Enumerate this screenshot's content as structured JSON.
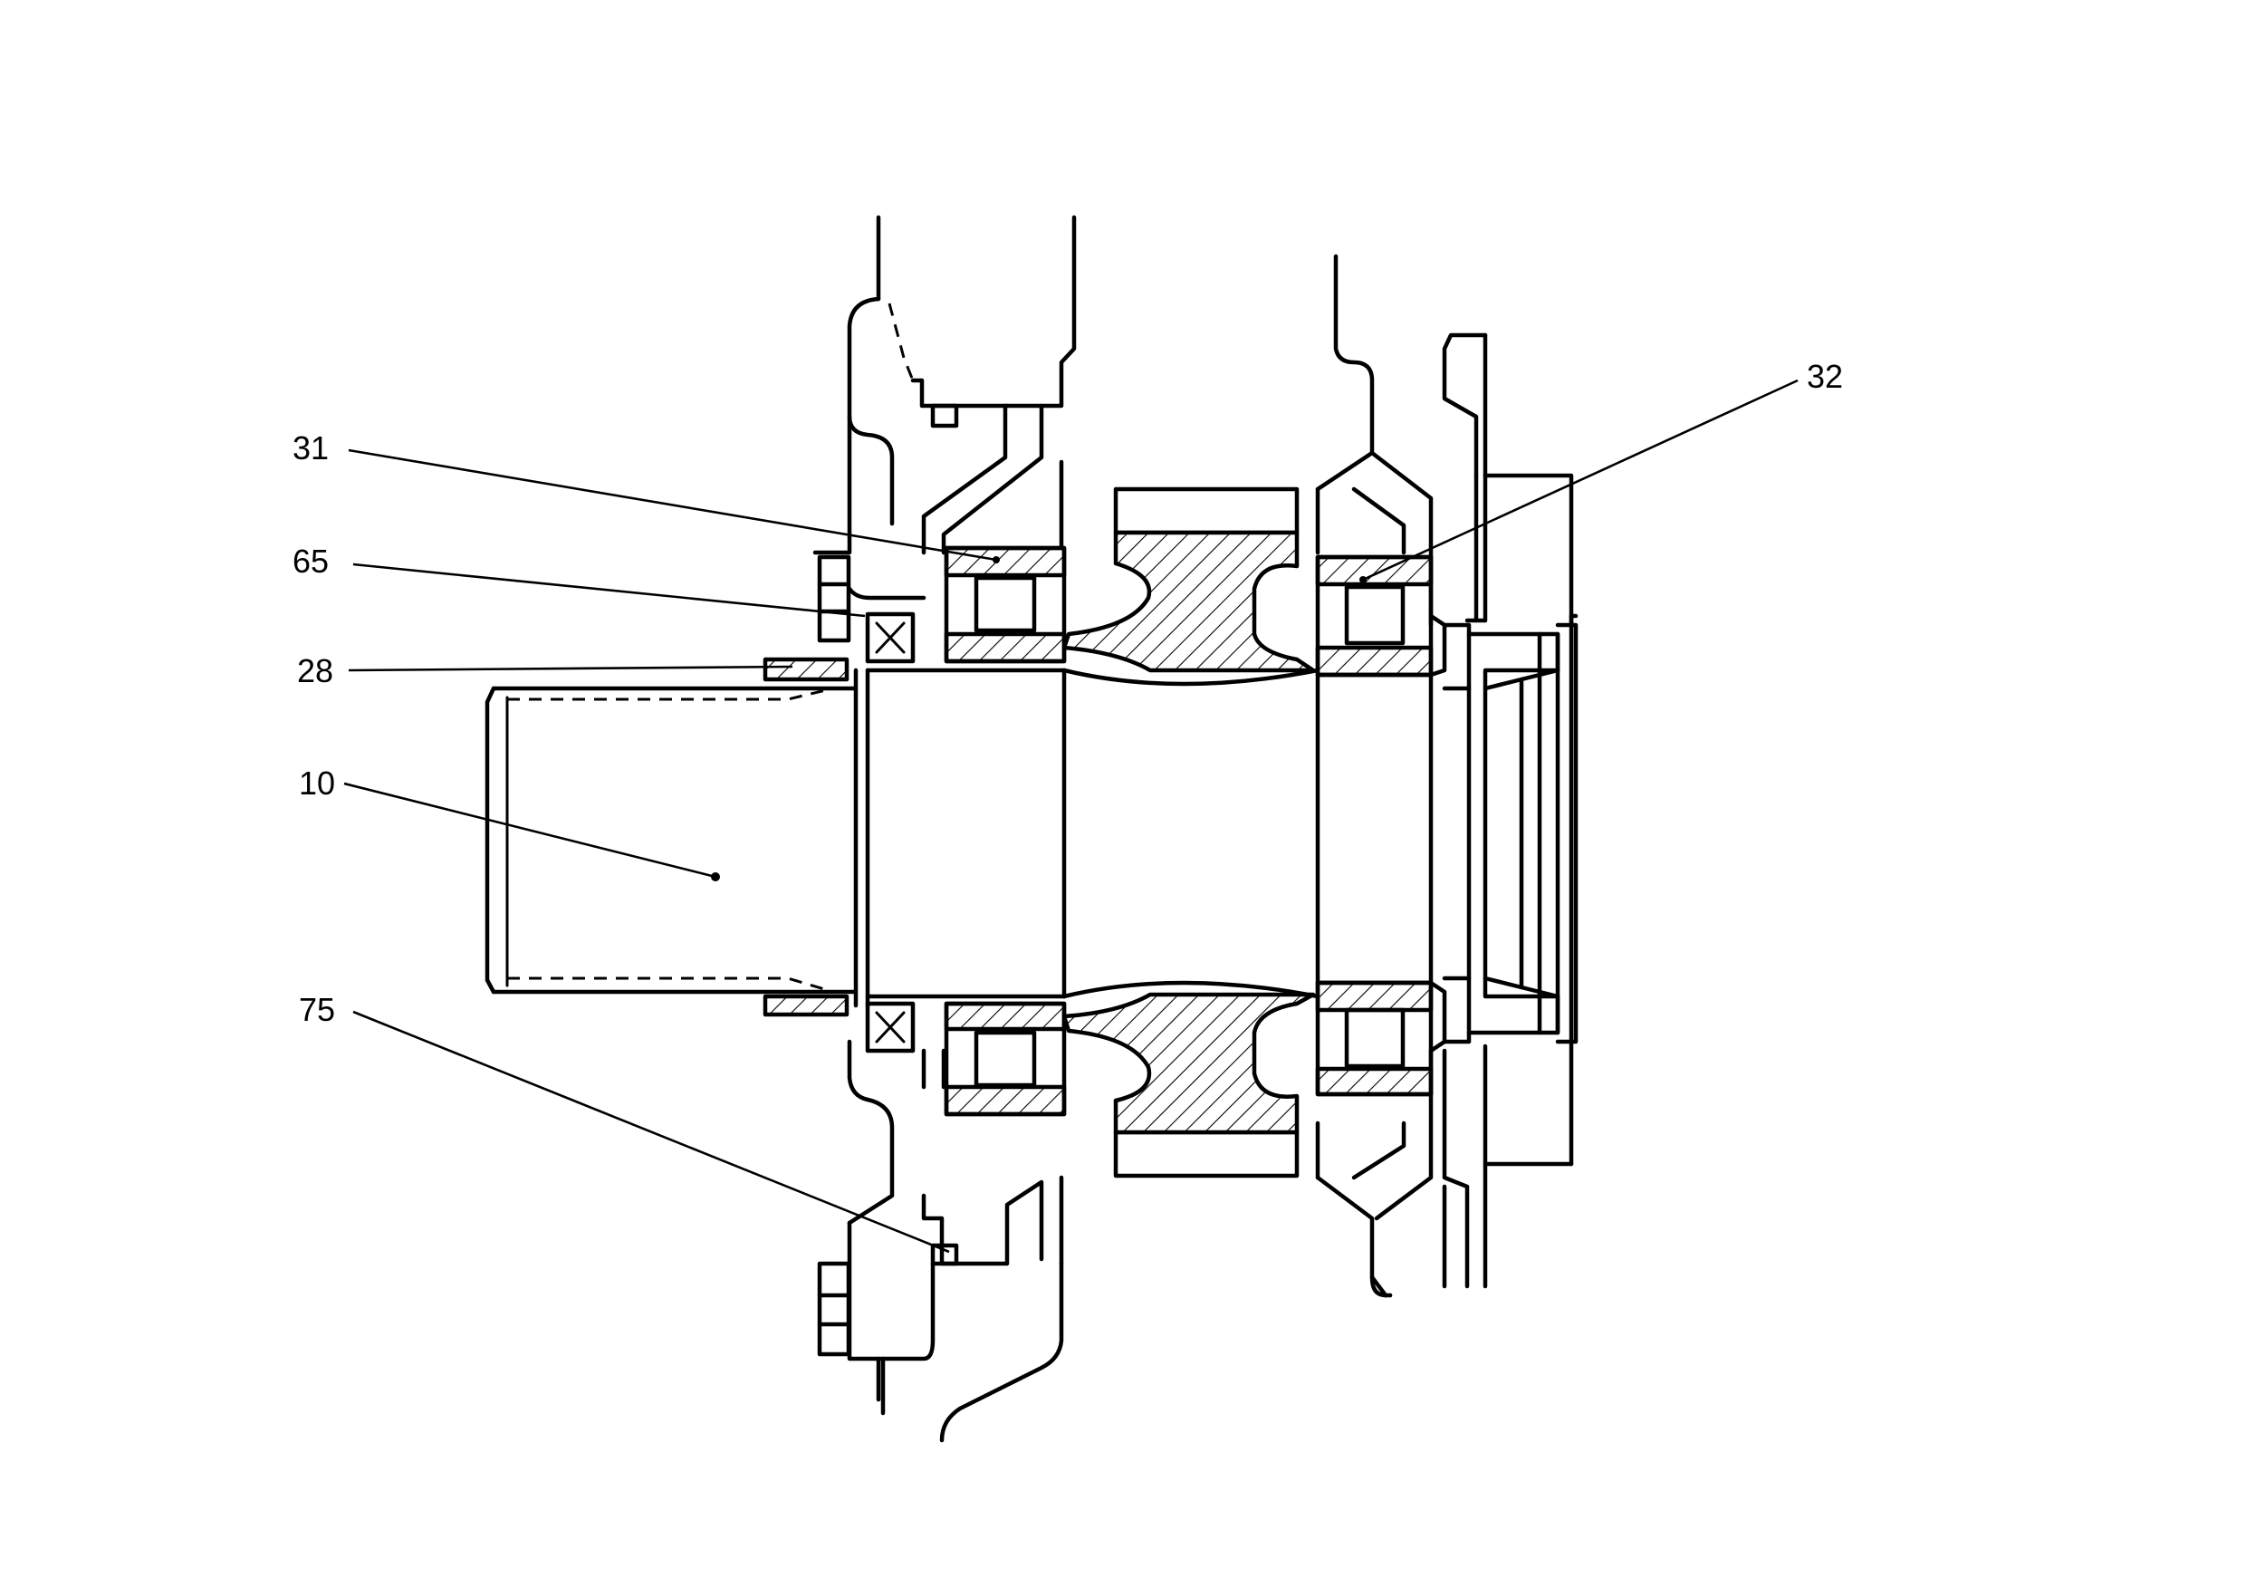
{
  "labels": [
    {
      "id": "31",
      "text": "31"
    },
    {
      "id": "65",
      "text": "65"
    },
    {
      "id": "28",
      "text": "28"
    },
    {
      "id": "10",
      "text": "10"
    },
    {
      "id": "75",
      "text": "75"
    },
    {
      "id": "32",
      "text": "32"
    }
  ]
}
